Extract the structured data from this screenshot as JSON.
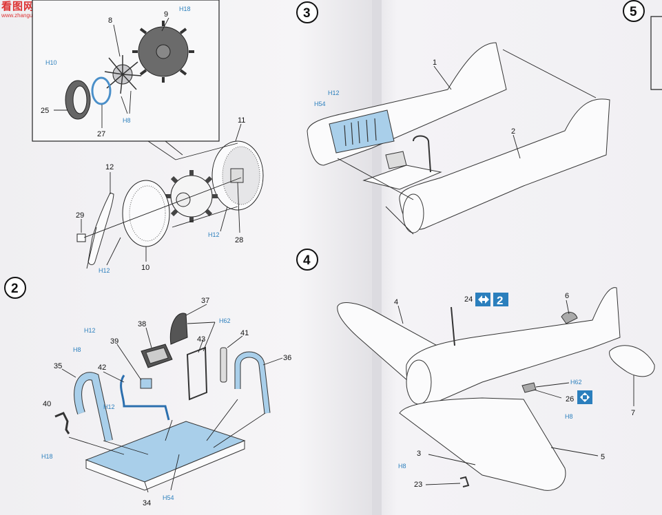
{
  "watermark": {
    "brand": "看图网",
    "url": "www.zhanguo.com"
  },
  "steps": [
    {
      "label": "2"
    },
    {
      "label": "3"
    },
    {
      "label": "4"
    },
    {
      "label": "5"
    }
  ],
  "step1": {
    "parts": [
      "8",
      "9",
      "25",
      "27",
      "11",
      "12",
      "29",
      "10",
      "28"
    ],
    "colors": [
      "H18",
      "H10",
      "H8",
      "H12",
      "H12",
      "H12"
    ]
  },
  "step2": {
    "parts": [
      "37",
      "38",
      "39",
      "43",
      "41",
      "36",
      "35",
      "42",
      "40",
      "34"
    ],
    "colors": [
      "H62",
      "H12",
      "H8",
      "H12",
      "H18",
      "H54"
    ]
  },
  "step3": {
    "parts": [
      "1",
      "2"
    ],
    "colors": [
      "H12",
      "H54"
    ]
  },
  "step4": {
    "parts": [
      "4",
      "24",
      "6",
      "7",
      "26",
      "3",
      "23",
      "5"
    ],
    "colors": [
      "H62",
      "H8",
      "H8"
    ],
    "refs": [
      "2"
    ]
  }
}
